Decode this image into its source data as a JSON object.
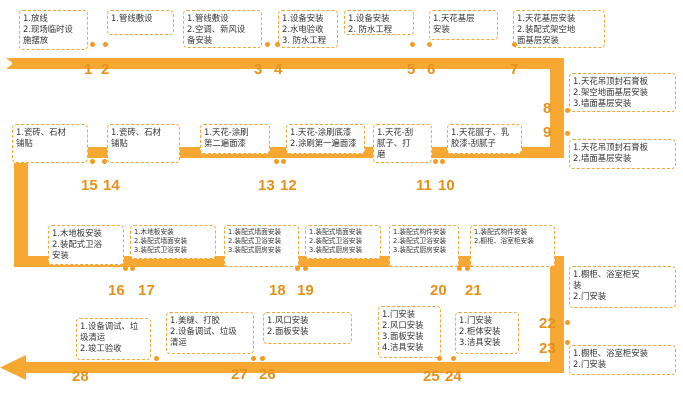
{
  "colors": {
    "band": "#F7A833",
    "number": "#E5911A",
    "border": "#F5A537",
    "dot": "#F59A22",
    "text": "#333333"
  },
  "steps": {
    "s1": "1",
    "s2": "2",
    "s3": "3",
    "s4": "4",
    "s5": "5",
    "s6": "6",
    "s7": "7",
    "s8": "8",
    "s9": "9",
    "s10": "10",
    "s11": "11",
    "s12": "12",
    "s13": "13",
    "s14": "14",
    "s15": "15",
    "s16": "16",
    "s17": "17",
    "s18": "18",
    "s19": "19",
    "s20": "20",
    "s21": "21",
    "s22": "22",
    "s23": "23",
    "s24": "24",
    "s25": "25",
    "s26": "26",
    "s27": "27",
    "s28": "28"
  },
  "boxes": {
    "b1": [
      "1.放线",
      "2.现场临时设",
      "施摆放"
    ],
    "b3": [
      "1.管线敷设"
    ],
    "b4": [
      "1.管线敷设",
      "2.空调、新风设",
      "备安装"
    ],
    "b5": [
      "1.设备安装",
      "2.水电验收",
      "3. 防水工程"
    ],
    "b6": [
      "1.设备安装",
      "2. 防水工程"
    ],
    "b7": [
      "1.天花基层",
      "安装"
    ],
    "b8": [
      "1.天花基层安装",
      "2.装配式架空地",
      "面基层安装"
    ],
    "b9": [
      "1.天花吊顶封石膏板",
      "2.架空地面基层安装",
      "3.墙面基层安装"
    ],
    "b10": [
      "1.天花吊顶封石膏板",
      "2.墙面基层安装"
    ],
    "b11": [
      "1.天花腻子、乳",
      "胶漆-刮腻子"
    ],
    "b12": [
      "1.天花-刮",
      "腻子、打",
      "磨"
    ],
    "b13": [
      "1.天花-涂刷底漆",
      "2.涂刷第一遍面漆"
    ],
    "b14": [
      "1.天花-涂刷",
      "第二遍面漆"
    ],
    "b15": [
      "1.瓷砖、石材",
      "铺贴"
    ],
    "b16": [
      "1.瓷砖、石材",
      "铺贴"
    ],
    "b17": [
      "1.木地板安装",
      "2.装配式卫浴",
      "安装"
    ],
    "b18": [
      "1.木地板安装",
      "2.装配式墙面安装",
      "3.装配式卫浴安装"
    ],
    "b19": [
      "1.装配式墙面安装",
      "2.装配式卫浴安装",
      "3.装配式厨房安装"
    ],
    "b20": [
      "1.装配式墙面安装",
      "2.装配式卫浴安装",
      "3.装配式厨房安装"
    ],
    "b21": [
      "1.装配式构件安装",
      "2.装配式卫浴安装",
      "3.装配式厨房安装"
    ],
    "b22": [
      "1.装配式构件安装",
      "2.橱柜、浴室柜安装"
    ],
    "b23": [
      "1.橱柜、浴室柜安",
      "装",
      "2.门安装"
    ],
    "b24": [
      "1.橱柜、浴室柜安装",
      "2.门安装"
    ],
    "b25": [
      "1.门安装",
      "2.柜体安装",
      "3.洁具安装"
    ],
    "b26": [
      "1.门安装",
      "2.风口安装",
      "3.面板安装",
      "4.洁具安装"
    ],
    "b27": [
      "1.风口安装",
      "2.面板安装"
    ],
    "b28": [
      "1.美缝、打胶",
      "2.设备调试、垃圾",
      "清运"
    ],
    "bEnd": [
      "1.设备调试、垃",
      "圾清运",
      "2.竣工验收"
    ]
  }
}
